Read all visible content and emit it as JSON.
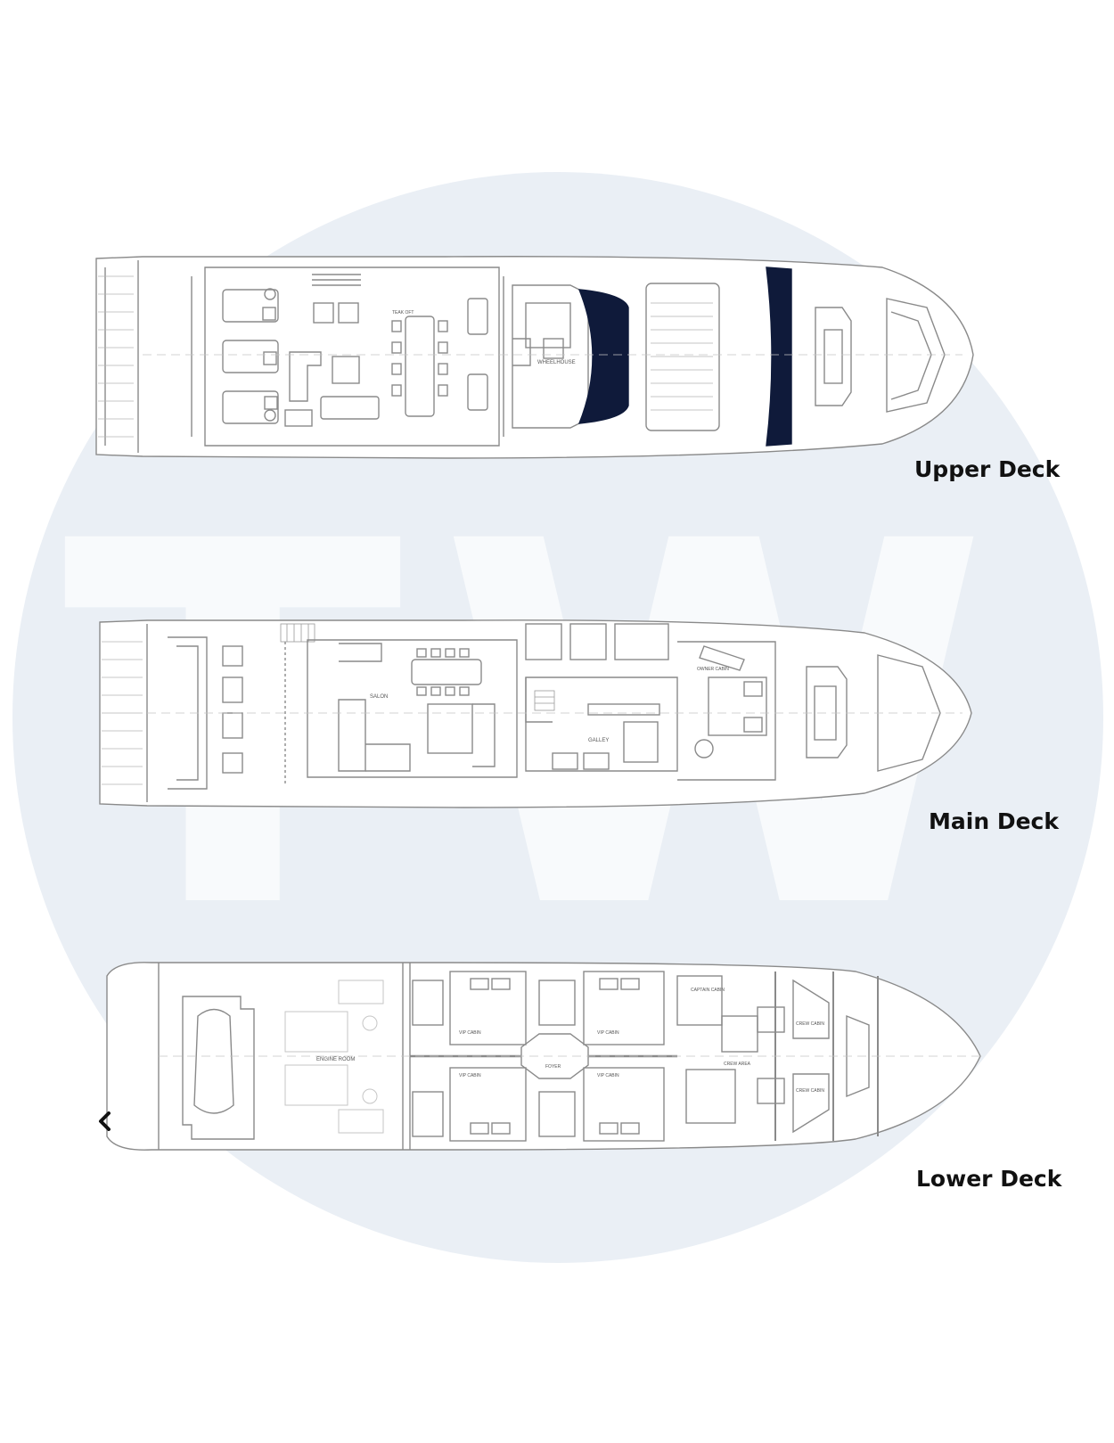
{
  "decks": {
    "upper": {
      "label": "Upper Deck",
      "rooms": {
        "wheelhouse": "WHEELHOUSE",
        "tender": "TEAK OFT"
      }
    },
    "main": {
      "label": "Main Deck",
      "rooms": {
        "salon": "SALON",
        "galley": "GALLEY",
        "owner": "OWNER CABIN"
      }
    },
    "lower": {
      "label": "Lower Deck",
      "rooms": {
        "engine": "ENGINE ROOM",
        "vip1": "VIP CABIN",
        "vip2": "VIP CABIN",
        "vip3": "VIP CABIN",
        "vip4": "VIP CABIN",
        "foyer": "FOYER",
        "captain": "CAPTAIN CABIN",
        "crew_area": "CREW AREA",
        "crew1": "CREW CABIN",
        "crew2": "CREW CABIN"
      }
    }
  },
  "watermark": {
    "text": "TW",
    "circle_color": "#eaeff5",
    "letter_color": "#f8fafc"
  },
  "colors": {
    "line": "#8a8a8a",
    "dark_glass": "#0f1a3a",
    "accent": "#111111"
  },
  "nav": {
    "prev_icon": "chevron-left-icon"
  }
}
